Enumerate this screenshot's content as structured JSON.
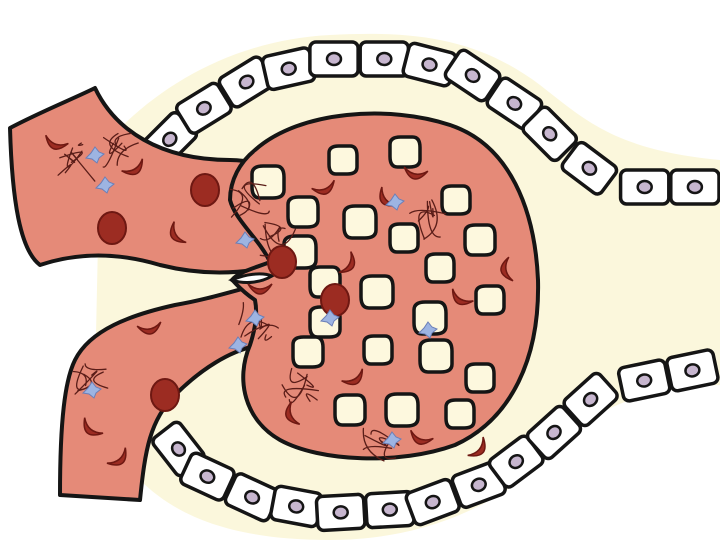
{
  "diagram": {
    "labels": [],
    "colors": {
      "capsule_fill": "#fbf7dc",
      "cell_fill": "#ffffff",
      "nucleus_fill": "#c7b6cf",
      "vessel_fill": "#e58a78",
      "vessel_dark": "#d27565",
      "rbc_fill": "#9c2c22",
      "rbc_dark": "#6e1812",
      "pore_fill": "#fdf8de",
      "fibrin_stroke": "#5a1d18",
      "platelet_fill": "#9db4e2",
      "outline": "#151515"
    },
    "icons": [
      "epithelial-cell",
      "red-blood-cell",
      "fibrin-strand",
      "platelet",
      "fenestration-pore"
    ]
  }
}
